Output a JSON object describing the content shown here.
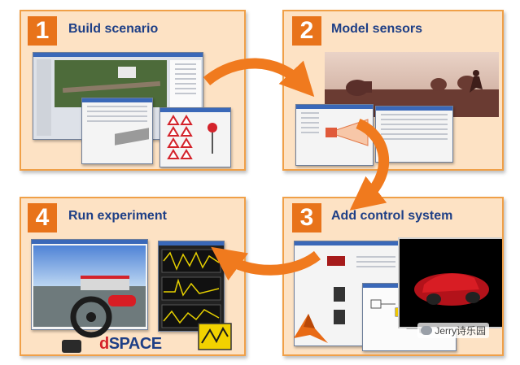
{
  "steps": [
    {
      "number": "1",
      "title": "Build scenario"
    },
    {
      "number": "2",
      "title": "Model sensors"
    },
    {
      "number": "3",
      "title": "Add control system"
    },
    {
      "number": "4",
      "title": "Run experiment"
    }
  ],
  "logo_text": {
    "d": "d",
    "rest": "SPACE"
  },
  "watermark": "Jerry诗乐园",
  "colors": {
    "panel_fill": "#fde2c4",
    "panel_border": "#f0a048",
    "number_box": "#e8731a",
    "title_text": "#1e3f86",
    "arrow": "#f07a1e"
  }
}
